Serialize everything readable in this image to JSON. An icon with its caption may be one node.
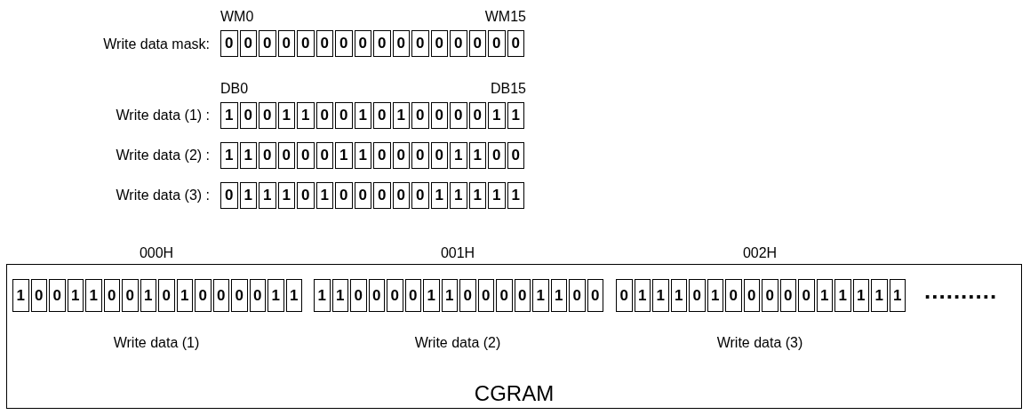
{
  "diagram": {
    "nodes": [
      {
        "text": [
          "0",
          "0",
          "0",
          "0",
          "0",
          "0",
          "0",
          "0",
          "0",
          "0",
          "0",
          "0",
          "0",
          "0",
          "0",
          "0"
        ],
        "beside": [
          "WM0",
          "WM15",
          "Write data mask:"
        ]
      },
      {
        "text": [
          "1",
          "0",
          "0",
          "1",
          "1",
          "0",
          "0",
          "1",
          "0",
          "1",
          "0",
          "0",
          "0",
          "0",
          "1",
          "1"
        ],
        "beside": [
          "DB0",
          "DB15",
          "Write data (1) :"
        ]
      },
      {
        "text": [
          "1",
          "1",
          "0",
          "0",
          "0",
          "0",
          "1",
          "1",
          "0",
          "0",
          "0",
          "0",
          "1",
          "1",
          "0",
          "0"
        ],
        "beside": [
          "Write data (2) :"
        ]
      },
      {
        "text": [
          "0",
          "1",
          "1",
          "1",
          "0",
          "1",
          "0",
          "0",
          "0",
          "0",
          "0",
          "1",
          "1",
          "1",
          "1",
          "1"
        ],
        "beside": [
          "Write data (3) :"
        ]
      },
      {
        "text": [
          "CGRAM"
        ]
      },
      {
        "text": [
          "1",
          "0",
          "0",
          "1",
          "1",
          "0",
          "0",
          "1",
          "0",
          "1",
          "0",
          "0",
          "0",
          "0",
          "1",
          "1"
        ],
        "in": 4,
        "beside": [
          "000H",
          "Write data (1)"
        ]
      },
      {
        "text": [
          "1",
          "1",
          "0",
          "0",
          "0",
          "0",
          "1",
          "1",
          "0",
          "0",
          "0",
          "0",
          "1",
          "1",
          "0",
          "0"
        ],
        "in": 4,
        "beside": [
          "001H",
          "Write data (2)"
        ]
      },
      {
        "text": [
          "0",
          "1",
          "1",
          "1",
          "0",
          "1",
          "0",
          "0",
          "0",
          "0",
          "0",
          "1",
          "1",
          "1",
          "1",
          "1"
        ],
        "in": 4,
        "beside": [
          "002H",
          "Write data (3)"
        ]
      }
    ],
    "labels": [
      ".........."
    ]
  }
}
